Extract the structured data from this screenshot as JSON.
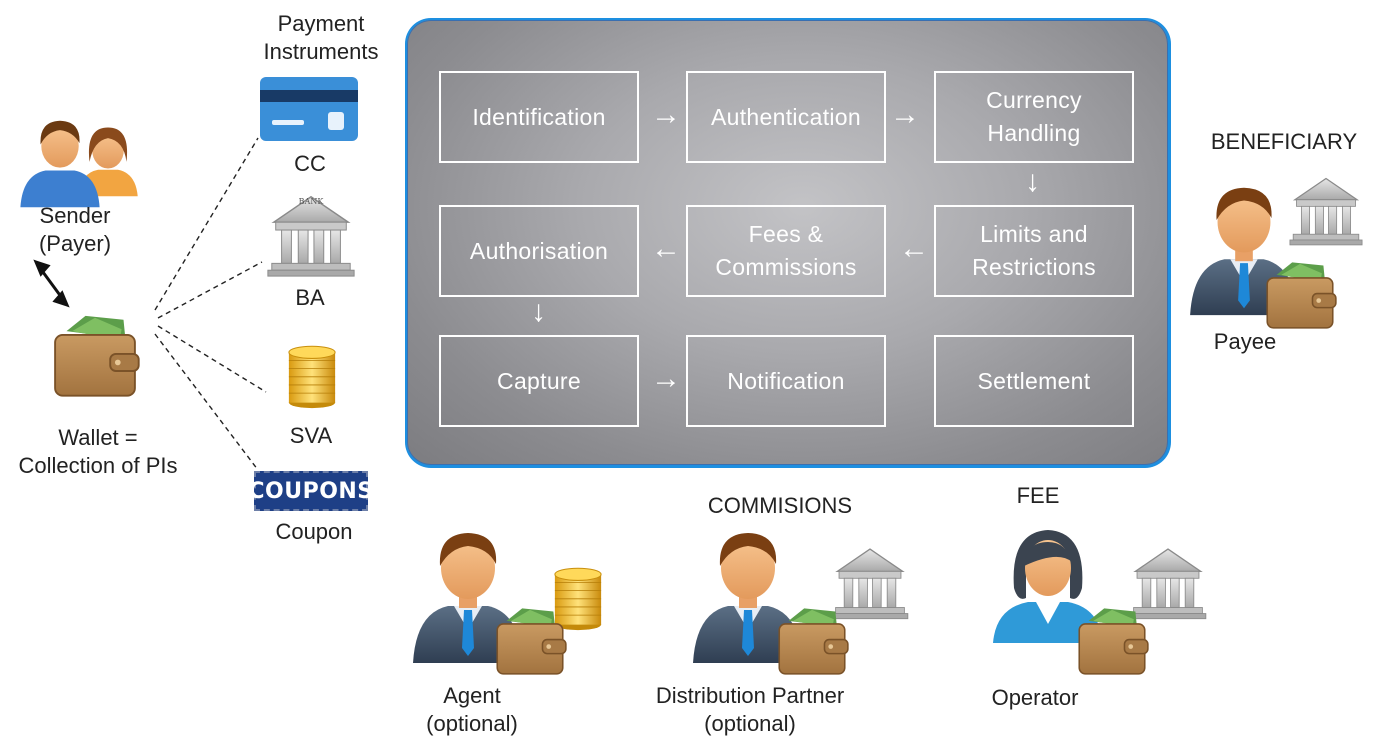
{
  "sender": {
    "line1": "Sender",
    "line2": "(Payer)"
  },
  "wallet": {
    "line1": "Wallet =",
    "line2": "Collection of PIs"
  },
  "payment_instruments": {
    "title_line1": "Payment",
    "title_line2": "Instruments",
    "cc": "CC",
    "ba": "BA",
    "sva": "SVA",
    "coupon_badge": "COUPONS",
    "coupon": "Coupon"
  },
  "process": {
    "identification": "Identification",
    "authentication": "Authentication",
    "currency_line1": "Currency",
    "currency_line2": "Handling",
    "limits_line1": "Limits and",
    "limits_line2": "Restrictions",
    "fees_line1": "Fees &",
    "fees_line2": "Commissions",
    "authorisation": "Authorisation",
    "capture": "Capture",
    "notification": "Notification",
    "settlement": "Settlement"
  },
  "beneficiary": {
    "title": "BENEFICIARY",
    "payee": "Payee"
  },
  "agent": {
    "line1": "Agent",
    "line2": "(optional)"
  },
  "distribution": {
    "title": "COMMISIONS",
    "line1": "Distribution Partner",
    "line2": "(optional)"
  },
  "operator": {
    "title": "FEE",
    "label": "Operator"
  },
  "bank_sign": "BANK",
  "colors": {
    "panel_border": "#1d8fe0",
    "wallet_brown": "#b98954",
    "coin_gold": "#e8b422",
    "card_blue": "#3a8fd8",
    "coupon_blue": "#1e3f86"
  }
}
